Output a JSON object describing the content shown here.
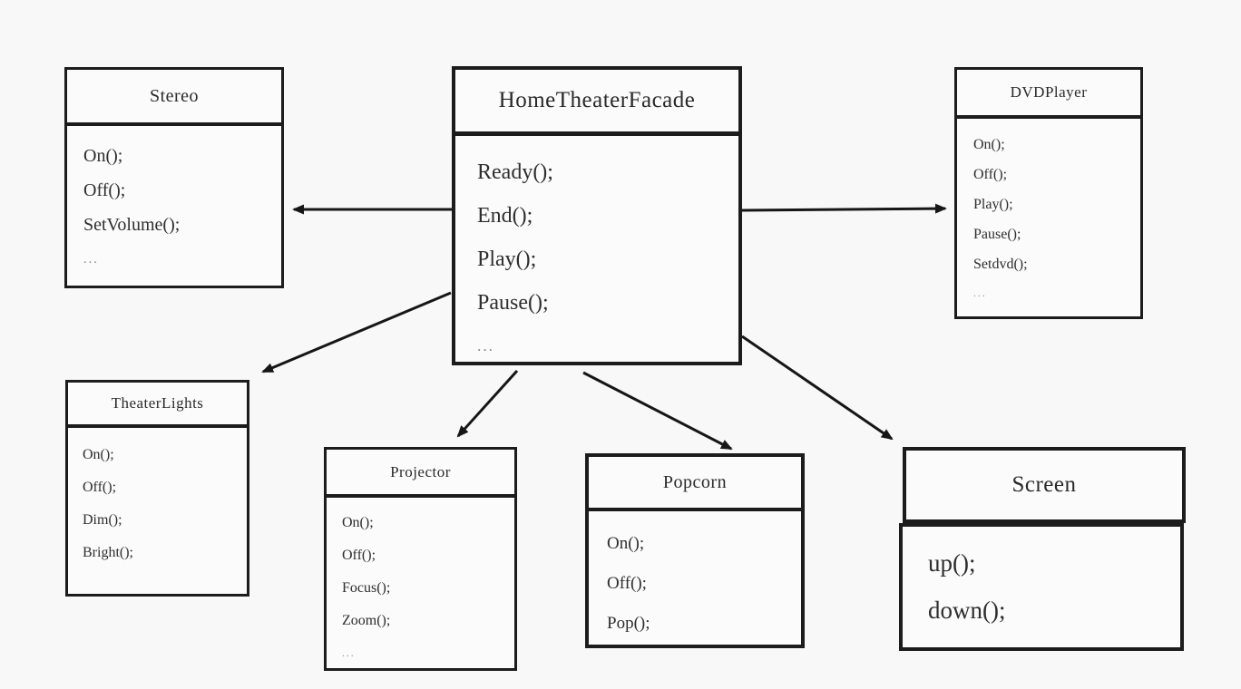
{
  "diagram": {
    "colors": {
      "background": "#f8f8f8",
      "box_fill": "#fbfbfb",
      "border": "#1c1c1c",
      "text": "#2e2e2e"
    },
    "classes": {
      "facade": {
        "title": "HomeTheaterFacade",
        "methods": [
          "Ready();",
          "End();",
          "Play();",
          "Pause();",
          "..."
        ]
      },
      "stereo": {
        "title": "Stereo",
        "methods": [
          "On();",
          "Off();",
          "SetVolume();",
          "..."
        ]
      },
      "dvdplayer": {
        "title": "DVDPlayer",
        "methods": [
          "On();",
          "Off();",
          "Play();",
          "Pause();",
          "Setdvd();",
          "..."
        ]
      },
      "theaterlights": {
        "title": "TheaterLights",
        "methods": [
          "On();",
          "Off();",
          "Dim();",
          "Bright();"
        ]
      },
      "projector": {
        "title": "Projector",
        "methods": [
          "On();",
          "Off();",
          "Focus();",
          "Zoom();",
          "..."
        ]
      },
      "popcorn": {
        "title": "Popcorn",
        "methods": [
          "On();",
          "Off();",
          "Pop();"
        ]
      },
      "screen": {
        "title": "Screen",
        "methods": [
          "up();",
          "down();"
        ]
      }
    },
    "connections": [
      {
        "from": "HomeTheaterFacade",
        "to": "Stereo"
      },
      {
        "from": "HomeTheaterFacade",
        "to": "DVDPlayer"
      },
      {
        "from": "HomeTheaterFacade",
        "to": "TheaterLights"
      },
      {
        "from": "HomeTheaterFacade",
        "to": "Projector"
      },
      {
        "from": "HomeTheaterFacade",
        "to": "Popcorn"
      },
      {
        "from": "HomeTheaterFacade",
        "to": "Screen"
      }
    ]
  }
}
